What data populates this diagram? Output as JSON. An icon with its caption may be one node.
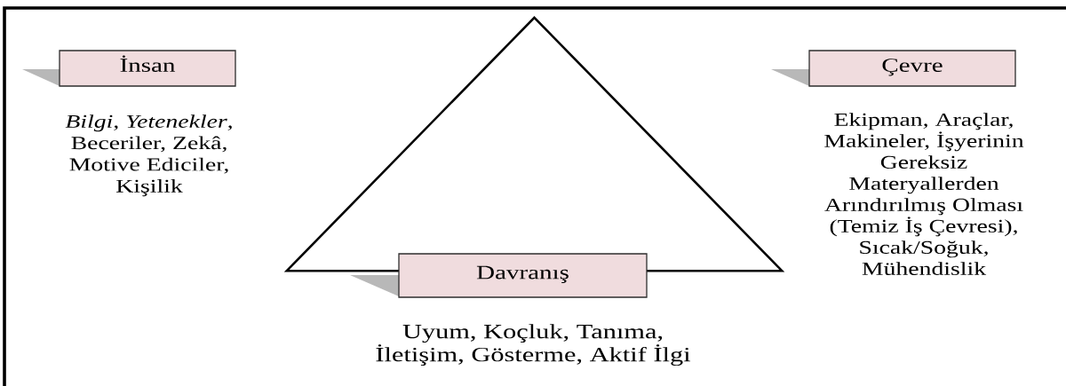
{
  "diagram": {
    "nodes": [
      {
        "text": [
          "İnsan"
        ],
        "beside": [
          "*Bilgi*, *Yetenekler*, Beceriler, Zekâ, Motive Ediciler, Kişilik"
        ]
      },
      {
        "text": [],
        "shape": "triangle"
      },
      {
        "text": [
          "Çevre"
        ],
        "beside": [
          "Ekipman, Araçlar, Makineler, İşyerinin Gereksiz Materyallerden Arındırılmış Olması (Temiz İş Çevresi), Sıcak/Soğuk, Mühendislik"
        ]
      },
      {
        "text": [
          "Davranış"
        ],
        "beside": [
          "Uyum, Koçluk, Tanıma, İletişim, Gösterme, Aktif İlgi"
        ]
      }
    ]
  }
}
